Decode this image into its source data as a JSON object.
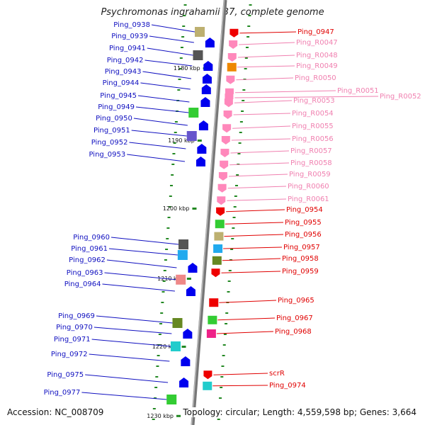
{
  "title": "Psychromonas ingrahamii 37, complete genome",
  "accession_text": "Accession: NC_008709",
  "topology_text": "Topology: circular; Length: 4,559,598 bp; Genes: 3,664",
  "colors": {
    "left_label": "#1010c0",
    "right_label": "#e00000",
    "rna_label": "#f080b0",
    "backbone": "#888888",
    "tick": "#228822"
  },
  "kbp_marks": [
    {
      "label": "1180 kbp",
      "pos": 0.16
    },
    {
      "label": "1190 kbp",
      "pos": 0.33
    },
    {
      "label": "1200 kbp",
      "pos": 0.49
    },
    {
      "label": "1210 kbp",
      "pos": 0.655
    },
    {
      "label": "1220 kbp",
      "pos": 0.815
    },
    {
      "label": "1230 kbp",
      "pos": 0.978
    }
  ],
  "left_genes": [
    {
      "name": "Ping_0938",
      "color": "#bdb070",
      "shape": "rect",
      "pos": 0.065
    },
    {
      "name": "Ping_0939",
      "color": "#0000ee",
      "shape": "arrow",
      "pos": 0.09
    },
    {
      "name": "Ping_0941",
      "color": "#555555",
      "shape": "rect",
      "pos": 0.12
    },
    {
      "name": "Ping_0942",
      "color": "#0000ee",
      "shape": "arrow",
      "pos": 0.145
    },
    {
      "name": "Ping_0943",
      "color": "#0000ee",
      "shape": "arrow",
      "pos": 0.175
    },
    {
      "name": "Ping_0944",
      "color": "#0000ee",
      "shape": "arrow",
      "pos": 0.2
    },
    {
      "name": "Ping_0945",
      "color": "#0000ee",
      "shape": "arrow",
      "pos": 0.23
    },
    {
      "name": "Ping_0949",
      "color": "#33cc33",
      "shape": "rect",
      "pos": 0.255
    },
    {
      "name": "Ping_0950",
      "color": "#0000ee",
      "shape": "arrow",
      "pos": 0.285
    },
    {
      "name": "Ping_0951",
      "color": "#6655cc",
      "shape": "rect",
      "pos": 0.31
    },
    {
      "name": "Ping_0952",
      "color": "#0000ee",
      "shape": "arrow",
      "pos": 0.34
    },
    {
      "name": "Ping_0953",
      "color": "#0000ee",
      "shape": "arrow",
      "pos": 0.37
    },
    {
      "name": "Ping_0960",
      "color": "#555555",
      "shape": "rect",
      "pos": 0.565
    },
    {
      "name": "Ping_0961",
      "color": "#22aaee",
      "shape": "rect",
      "pos": 0.59
    },
    {
      "name": "Ping_0962",
      "color": "#0000ee",
      "shape": "arrow",
      "pos": 0.62
    },
    {
      "name": "Ping_0963",
      "color": "#ee8888",
      "shape": "rect",
      "pos": 0.648
    },
    {
      "name": "Ping_0964",
      "color": "#0000ee",
      "shape": "arrow",
      "pos": 0.675
    },
    {
      "name": "Ping_0969",
      "color": "#668822",
      "shape": "rect",
      "pos": 0.75
    },
    {
      "name": "Ping_0970",
      "color": "#0000ee",
      "shape": "arrow",
      "pos": 0.775
    },
    {
      "name": "Ping_0971",
      "color": "#22cccc",
      "shape": "rect",
      "pos": 0.805
    },
    {
      "name": "Ping_0972",
      "color": "#0000ee",
      "shape": "arrow",
      "pos": 0.84
    },
    {
      "name": "Ping_0975",
      "color": "#0000ee",
      "shape": "arrow",
      "pos": 0.89
    },
    {
      "name": "Ping_0977",
      "color": "#33cc33",
      "shape": "rect",
      "pos": 0.93
    }
  ],
  "right_genes": [
    {
      "name": "Ping_0947",
      "color": "#ee0000",
      "shape": "arrow",
      "pos": 0.078,
      "rna": false
    },
    {
      "name": "Ping_R0047",
      "color": "#ff88bb",
      "shape": "arrow",
      "pos": 0.105,
      "rna": true
    },
    {
      "name": "Ping_R0048",
      "color": "#ff88bb",
      "shape": "arrow",
      "pos": 0.135,
      "rna": true
    },
    {
      "name": "Ping_R0049",
      "color": "#ee8800",
      "shape": "rect",
      "pos": 0.158,
      "rna": true
    },
    {
      "name": "Ping_R0050",
      "color": "#ff88bb",
      "shape": "arrow",
      "pos": 0.188,
      "rna": true
    },
    {
      "name": "Ping_R0051",
      "color": "#ff88bb",
      "shape": "arrow",
      "pos": 0.218,
      "rna": true
    },
    {
      "name": "Ping_R0052",
      "color": "#ff88bb",
      "shape": "arrow",
      "pos": 0.23,
      "rna": true
    },
    {
      "name": "Ping_R0053",
      "color": "#ff88bb",
      "shape": "arrow",
      "pos": 0.242,
      "rna": true
    },
    {
      "name": "Ping_R0054",
      "color": "#ff88bb",
      "shape": "arrow",
      "pos": 0.27,
      "rna": true
    },
    {
      "name": "Ping_R0055",
      "color": "#ff88bb",
      "shape": "arrow",
      "pos": 0.302,
      "rna": true
    },
    {
      "name": "Ping_R0056",
      "color": "#ff88bb",
      "shape": "arrow",
      "pos": 0.33,
      "rna": true
    },
    {
      "name": "Ping_R0057",
      "color": "#ff88bb",
      "shape": "arrow",
      "pos": 0.36,
      "rna": true
    },
    {
      "name": "Ping_R0058",
      "color": "#ff88bb",
      "shape": "arrow",
      "pos": 0.388,
      "rna": true
    },
    {
      "name": "Ping_R0059",
      "color": "#ff88bb",
      "shape": "arrow",
      "pos": 0.415,
      "rna": true
    },
    {
      "name": "Ping_R0060",
      "color": "#ff88bb",
      "shape": "arrow",
      "pos": 0.443,
      "rna": true
    },
    {
      "name": "Ping_R0061",
      "color": "#ff88bb",
      "shape": "arrow",
      "pos": 0.472,
      "rna": true
    },
    {
      "name": "Ping_0954",
      "color": "#ee0000",
      "shape": "arrow",
      "pos": 0.498,
      "rna": false
    },
    {
      "name": "Ping_0955",
      "color": "#33cc33",
      "shape": "rect",
      "pos": 0.527,
      "rna": false
    },
    {
      "name": "Ping_0956",
      "color": "#bdb070",
      "shape": "rect",
      "pos": 0.556,
      "rna": false
    },
    {
      "name": "Ping_0957",
      "color": "#22aaee",
      "shape": "rect",
      "pos": 0.585,
      "rna": false
    },
    {
      "name": "Ping_0958",
      "color": "#668822",
      "shape": "rect",
      "pos": 0.613,
      "rna": false
    },
    {
      "name": "Ping_0959",
      "color": "#ee0000",
      "shape": "arrow",
      "pos": 0.642,
      "rna": false
    },
    {
      "name": "Ping_0965",
      "color": "#ee0000",
      "shape": "rect",
      "pos": 0.712,
      "rna": false
    },
    {
      "name": "Ping_0967",
      "color": "#33cc33",
      "shape": "rect",
      "pos": 0.753,
      "rna": false
    },
    {
      "name": "Ping_0968",
      "color": "#ee2288",
      "shape": "rect",
      "pos": 0.785,
      "rna": false
    },
    {
      "name": "scrR",
      "color": "#ee0000",
      "shape": "arrow",
      "pos": 0.882,
      "rna": false
    },
    {
      "name": "Ping_0974",
      "color": "#22cccc",
      "shape": "rect",
      "pos": 0.908,
      "rna": false
    }
  ]
}
